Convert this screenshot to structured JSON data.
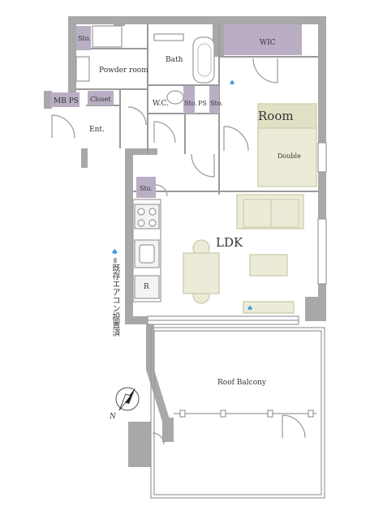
{
  "rooms": {
    "wic": "WIC",
    "sto_top": "Sto.",
    "powder": "Powder room",
    "bath": "Bath",
    "mbps": "MB PS",
    "closet": "Closet",
    "entrance": "Ent.",
    "wc": "W.C.",
    "sto_wc": "Sto.",
    "ps": "PS",
    "sto_right": "Sto.",
    "room": "Room",
    "double": "Double",
    "sto_kitchen": "Sto.",
    "ldk": "LDK",
    "fridge": "R",
    "balcony": "Roof Balcony"
  },
  "compass": {
    "north": "N"
  },
  "legend": {
    "drop": "♠",
    "text": "=既存エアコン設置済"
  },
  "colors": {
    "wall": "#a8a8a8",
    "storage": "#b9aec4",
    "furniture": "#ecebd7",
    "furniture_stroke": "#c9c7a8",
    "ac": "#3a9ad9"
  }
}
